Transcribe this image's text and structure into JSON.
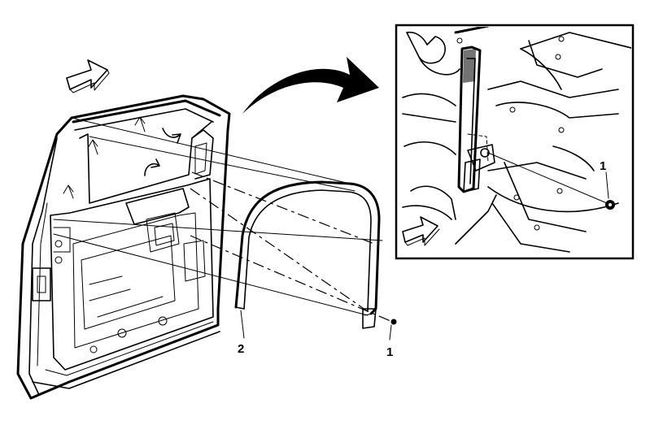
{
  "callouts": {
    "fastener_main": "1",
    "channel": "2",
    "fastener_detail": "1"
  },
  "colors": {
    "ink": "#000000",
    "paper": "#ffffff"
  }
}
